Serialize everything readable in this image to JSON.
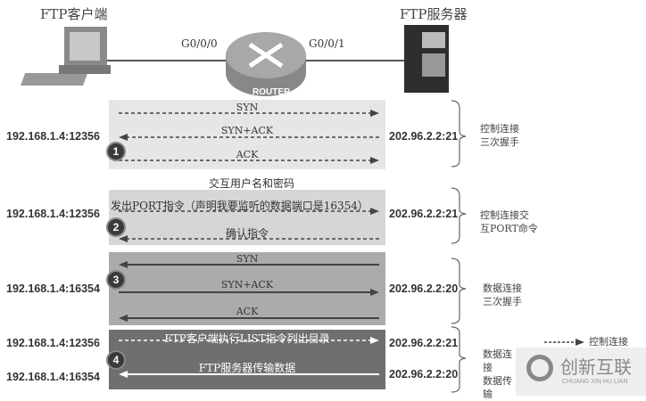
{
  "header": {
    "client_title": "FTP客户端",
    "server_title": "FTP服务器",
    "left_port": "G0/0/0",
    "right_port": "G0/0/1",
    "router_label": "ROUTER"
  },
  "middle_text": "交互用户名和密码",
  "phases": [
    {
      "number": "1",
      "messages": [
        {
          "label": "SYN",
          "direction": "right",
          "style": "dashed"
        },
        {
          "label": "SYN+ACK",
          "direction": "left",
          "style": "dashed"
        },
        {
          "label": "ACK",
          "direction": "right",
          "style": "dashed"
        }
      ],
      "client": "192.168.1.4:12356",
      "server": "202.96.2.2:21",
      "note": [
        "控制连接",
        "三次握手"
      ]
    },
    {
      "number": "2",
      "messages": [
        {
          "label": "发出PORT指令（声明我要监听的数据端口是16354）",
          "direction": "right",
          "style": "dashed"
        },
        {
          "label": "确认指令",
          "direction": "left",
          "style": "dashed"
        }
      ],
      "client": "192.168.1.4:12356",
      "server": "202.96.2.2:21",
      "note": [
        "控制连接交",
        "互PORT命令"
      ]
    },
    {
      "number": "3",
      "messages": [
        {
          "label": "SYN",
          "direction": "left",
          "style": "solid"
        },
        {
          "label": "SYN+ACK",
          "direction": "right",
          "style": "solid"
        },
        {
          "label": "ACK",
          "direction": "left",
          "style": "solid"
        }
      ],
      "client": "192.168.1.4:16354",
      "server": "202.96.2.2:20",
      "note": [
        "数据连接",
        "三次握手"
      ]
    },
    {
      "number": "4",
      "messages": [
        {
          "label": "FTP客户端执行LIST指令列出目录",
          "direction": "right",
          "style": "dashed"
        },
        {
          "label": "FTP服务器传输数据",
          "direction": "left",
          "style": "solid"
        }
      ],
      "client_a": "192.168.1.4:12356",
      "client_b": "192.168.1.4:16354",
      "server_a": "202.96.2.2:21",
      "server_b": "202.96.2.2:20",
      "note": [
        "数据连接",
        "数据传输"
      ]
    }
  ],
  "legend": {
    "label": "控制连接"
  },
  "watermark": {
    "text": "创新互联",
    "sub": "CHUANG XIN HU LIAN"
  },
  "colors": {
    "band1": "#e6e6e6",
    "band2": "#d6d6d6",
    "band3": "#ababab",
    "band4": "#6f6f6f"
  }
}
